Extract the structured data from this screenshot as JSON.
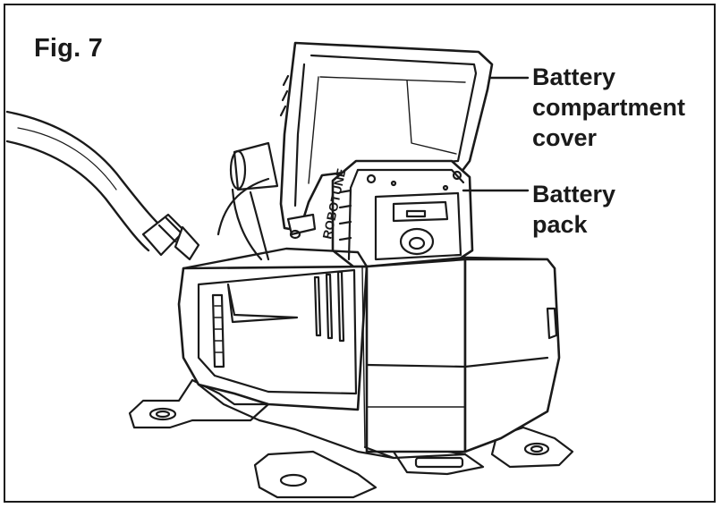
{
  "figure": {
    "label": "Fig. 7"
  },
  "callouts": {
    "cover": {
      "lines": [
        "Battery",
        "compartment",
        "cover"
      ]
    },
    "pack": {
      "lines": [
        "Battery",
        "pack"
      ]
    }
  },
  "battery_brand_text": "ROBOTUNE"
}
